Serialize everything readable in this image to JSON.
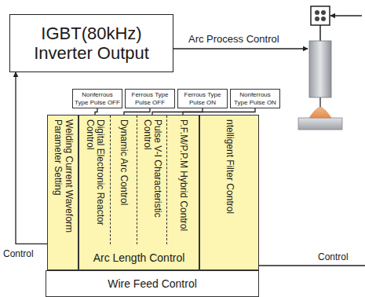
{
  "diagram": {
    "nodes": [
      {
        "text": [
          "IGBT(80kHz) Inverter Output"
        ]
      },
      {
        "text": [
          "Nonferrous Type Pulse OFF"
        ]
      },
      {
        "text": [
          "Ferrous Type Pulse OFF"
        ]
      },
      {
        "text": [
          "Ferrous Type Pulse ON"
        ]
      },
      {
        "text": [
          "Nonferrous Type Pulse ON"
        ]
      },
      {
        "text": [
          "Welding Current Waveform Parameter Setting"
        ]
      },
      {
        "text": [
          "Arc Length Control"
        ]
      },
      {
        "text": [
          "Digital Electronic Reactor Control"
        ],
        "in": 6
      },
      {
        "text": [
          "Dynamic Arc Control"
        ],
        "in": 6
      },
      {
        "text": [
          "Pulse V-I Characteristic Control"
        ],
        "in": 6
      },
      {
        "text": [
          "P.F.M/P.P.M Hybrid Control"
        ],
        "in": 6
      },
      {
        "text": [
          "ntelligent Filter Control"
        ]
      },
      {
        "text": [
          "Wire Feed Control"
        ]
      }
    ],
    "edges": [
      {
        "from": 1,
        "to": 7,
        "arrow": "none"
      },
      {
        "from": 2,
        "to": 8,
        "arrow": "none"
      },
      {
        "from": 3,
        "to": 9,
        "arrow": "none"
      },
      {
        "from": 4,
        "to": 10,
        "arrow": "none"
      },
      {
        "from": 5,
        "to": 0,
        "label": "Control",
        "arrow": "to"
      }
    ],
    "labels": [
      "Arc Process Control",
      "Control"
    ]
  }
}
